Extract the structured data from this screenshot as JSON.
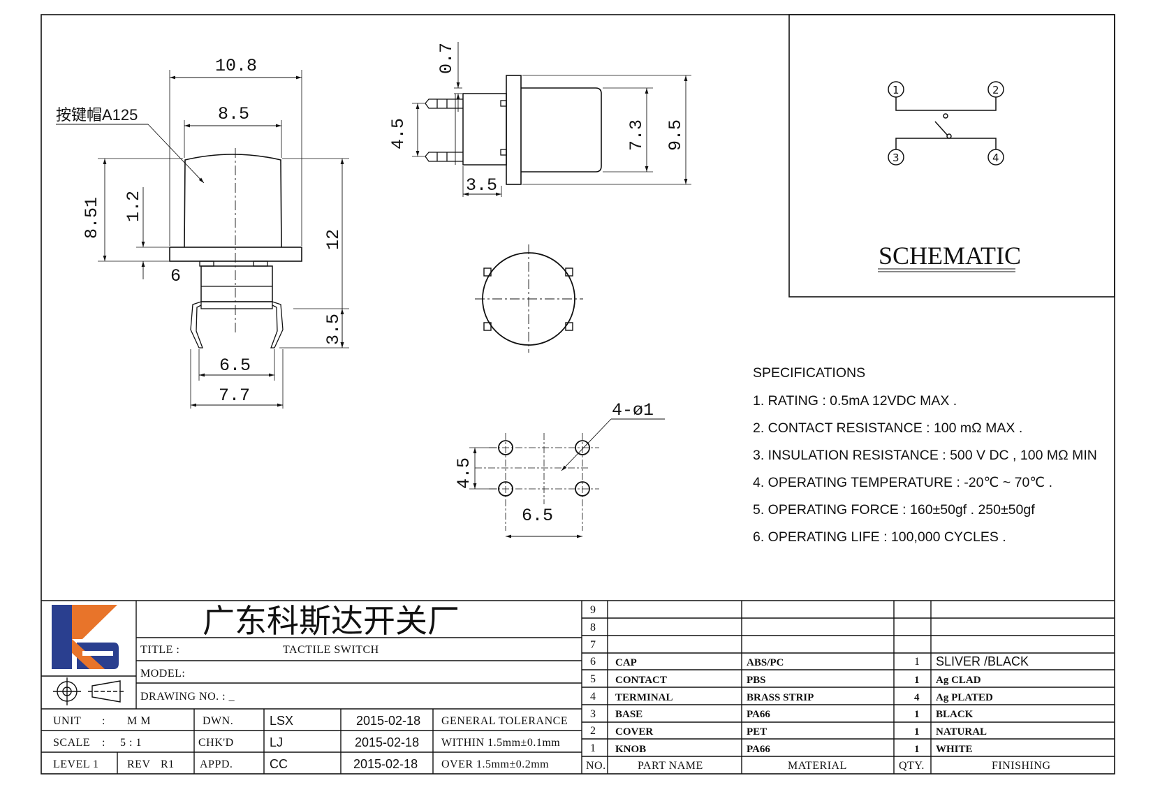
{
  "drawing": {
    "cap_label": "按键帽A125",
    "dims": {
      "width_10_8": "10.8",
      "cap_8_5": "8.5",
      "cap_h_8_51": "8.51",
      "flange_1_2": "1.2",
      "gap_6": "6",
      "height_12": "12",
      "leg_3_5": "3.5",
      "base_6_5": "6.5",
      "base_7_7": "7.7",
      "side_0_7": "0.7",
      "side_4_5": "4.5",
      "side_3_5": "3.5",
      "side_7_3": "7.3",
      "side_9_5": "9.5",
      "holes": "4-ø1",
      "holes_4_5": "4.5",
      "holes_6_5": "6.5"
    }
  },
  "schematic": {
    "title": "SCHEMATIC",
    "pins": [
      "1",
      "2",
      "3",
      "4"
    ]
  },
  "specifications": {
    "heading": "SPECIFICATIONS",
    "items": [
      "1. RATING : 0.5mA 12VDC MAX .",
      "2. CONTACT RESISTANCE : 100 mΩ MAX .",
      "3. INSULATION RESISTANCE : 500 V DC , 100 MΩ MIN",
      "4. OPERATING TEMPERATURE : -20℃ ~ 70℃ .",
      "5. OPERATING FORCE : 160±50gf . 250±50gf",
      "6. OPERATING LIFE : 100,000 CYCLES ."
    ]
  },
  "title_block": {
    "company": "广东科斯达开关厂",
    "title_label": "TITLE :",
    "title_value": "TACTILE SWITCH",
    "model_label": "MODEL:",
    "drawing_no_label": "DRAWING NO. : _",
    "unit_label": "UNIT",
    "unit_sep": ":",
    "unit_value": "M M",
    "scale_label": "SCALE",
    "scale_sep": ":",
    "scale_value": "5 : 1",
    "level_label": "LEVEL 1",
    "rev_label": "REV",
    "rev_value": "R1",
    "dwn_label": "DWN.",
    "dwn_value": "LSX",
    "dwn_date": "2015-02-18",
    "chk_label": "CHK'D",
    "chk_value": "LJ",
    "chk_date": "2015-02-18",
    "appd_label": "APPD.",
    "appd_value": "CC",
    "appd_date": "2015-02-18",
    "tolerance_title": "GENERAL TOLERANCE",
    "tolerance_within": "WITHIN 1.5mm±0.1mm",
    "tolerance_over": "OVER 1.5mm±0.2mm"
  },
  "bom": {
    "headers": {
      "no": "NO.",
      "part": "PART NAME",
      "material": "MATERIAL",
      "qty": "QTY.",
      "finishing": "FINISHING"
    },
    "rows": [
      {
        "no": "9",
        "part": "",
        "material": "",
        "qty": "",
        "finishing": ""
      },
      {
        "no": "8",
        "part": "",
        "material": "",
        "qty": "",
        "finishing": ""
      },
      {
        "no": "7",
        "part": "",
        "material": "",
        "qty": "",
        "finishing": ""
      },
      {
        "no": "6",
        "part": "CAP",
        "material": "ABS/PC",
        "qty": "1",
        "finishing": "SLIVER /BLACK"
      },
      {
        "no": "5",
        "part": "CONTACT",
        "material": "PBS",
        "qty": "1",
        "finishing": "Ag CLAD"
      },
      {
        "no": "4",
        "part": "TERMINAL",
        "material": "BRASS STRIP",
        "qty": "4",
        "finishing": "Ag PLATED"
      },
      {
        "no": "3",
        "part": "BASE",
        "material": "PA66",
        "qty": "1",
        "finishing": "BLACK"
      },
      {
        "no": "2",
        "part": "COVER",
        "material": "PET",
        "qty": "1",
        "finishing": "NATURAL"
      },
      {
        "no": "1",
        "part": "KNOB",
        "material": "PA66",
        "qty": "1",
        "finishing": "WHITE"
      }
    ]
  },
  "colors": {
    "line": "#111111",
    "logo_blue": "#2a3f8f",
    "logo_orange": "#e8742a"
  }
}
